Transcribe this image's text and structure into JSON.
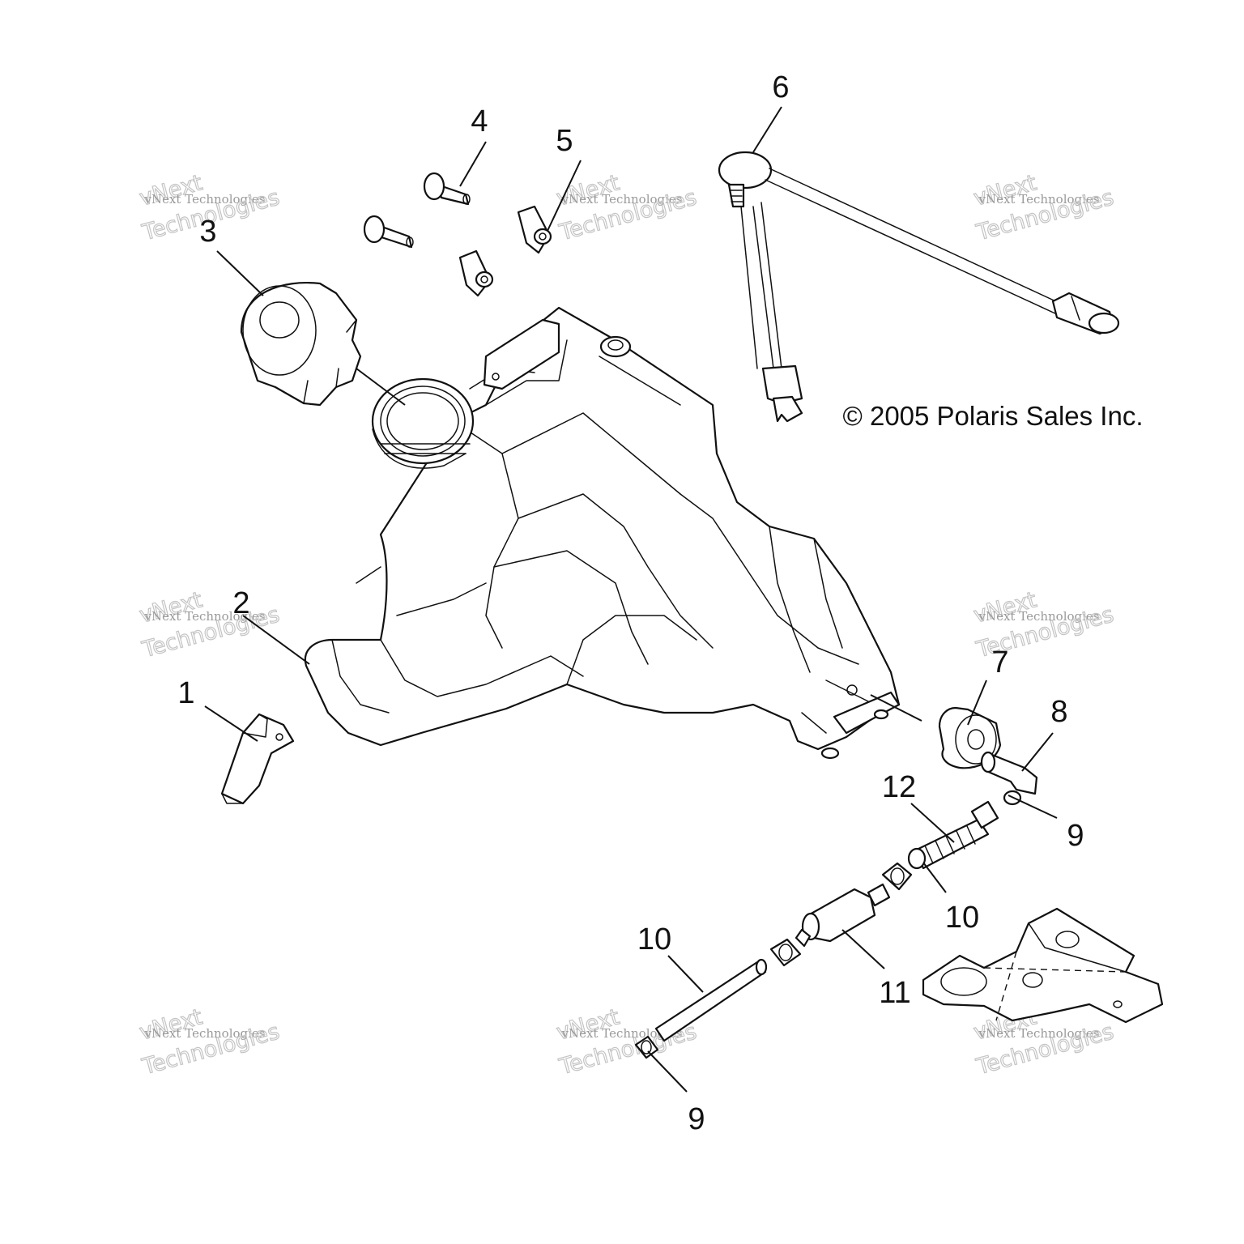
{
  "copyright": "© 2005 Polaris Sales Inc.",
  "watermark": {
    "line1": "vNext",
    "line2": "vNext Technologies",
    "line3": "Technologies"
  },
  "callouts": {
    "c1": "1",
    "c2": "2",
    "c3": "3",
    "c4": "4",
    "c5": "5",
    "c6": "6",
    "c7": "7",
    "c8": "8",
    "c9a": "9",
    "c9b": "9",
    "c10a": "10",
    "c10b": "10",
    "c11": "11",
    "c12": "12"
  }
}
